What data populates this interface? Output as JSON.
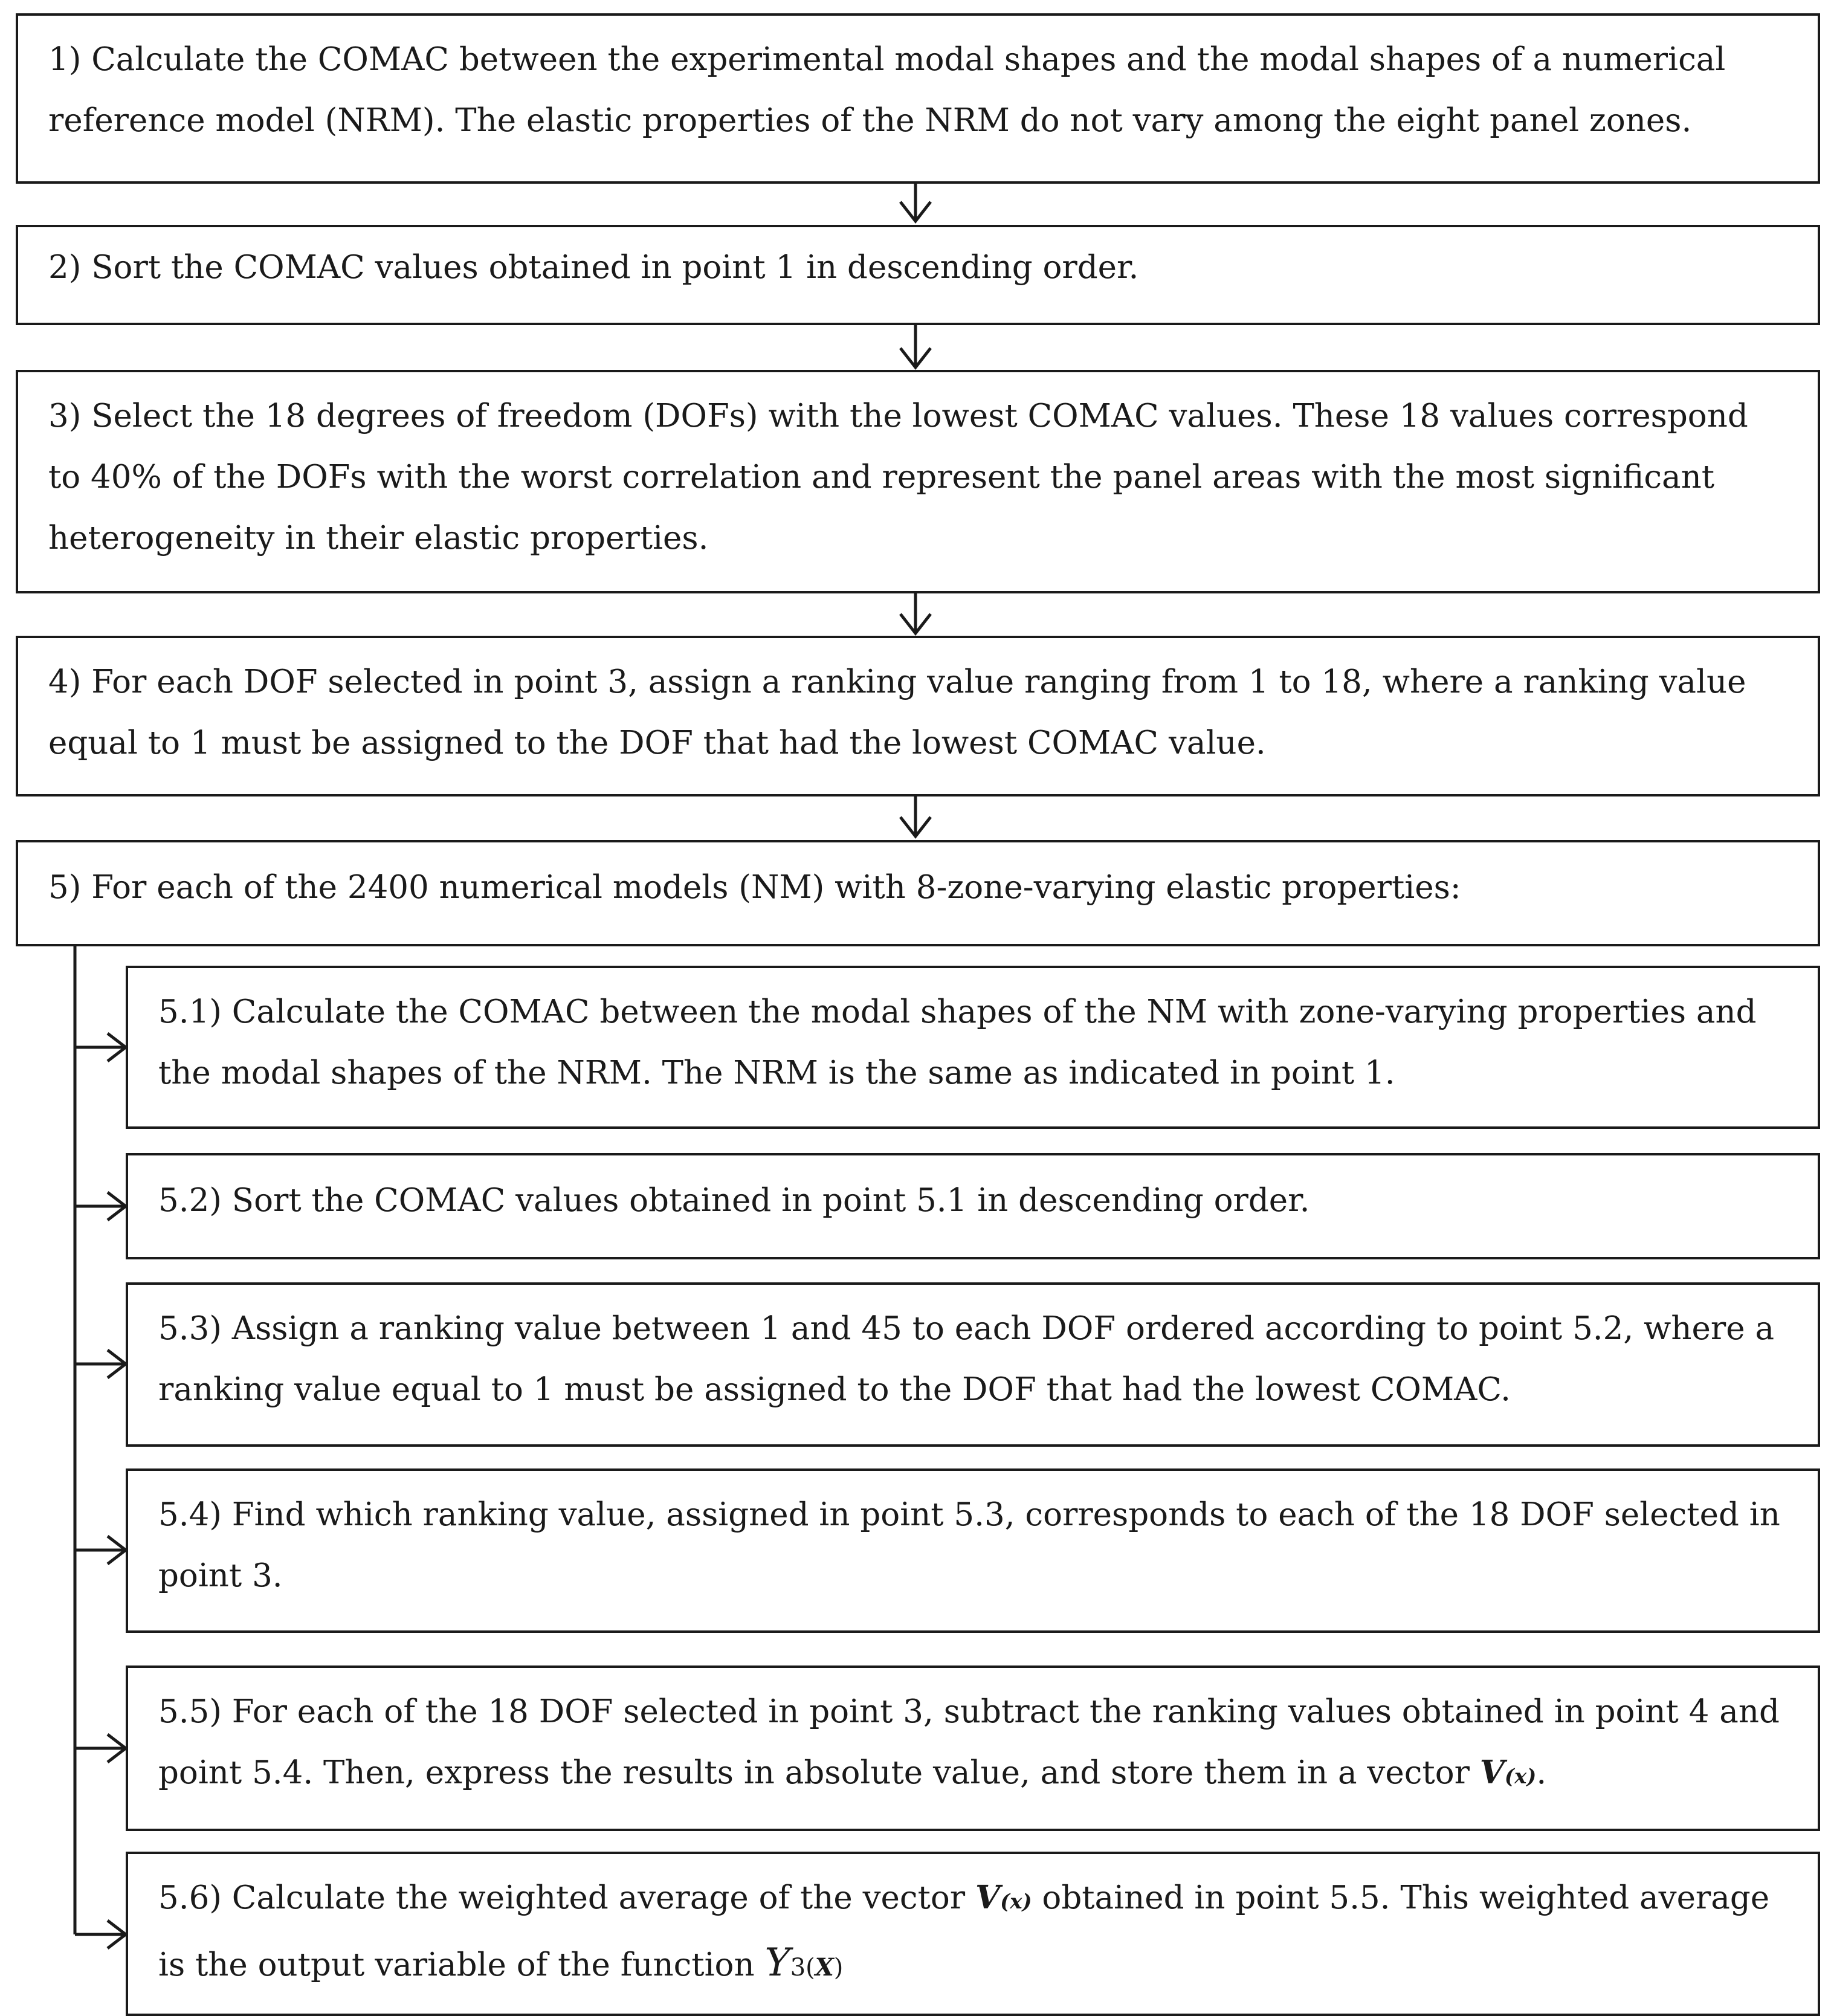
{
  "steps": [
    {
      "id": "1",
      "lines": [
        "1) Calculate the COMAC between the experimental modal shapes and the modal shapes of a numerical",
        "reference model (NRM). The elastic properties of the NRM do not vary among the eight panel zones."
      ]
    },
    {
      "id": "2",
      "lines": [
        "2) Sort the COMAC values obtained in point 1 in descending order."
      ]
    },
    {
      "id": "3",
      "lines": [
        "3) Select the 18 degrees of freedom (DOFs) with the lowest COMAC values. These 18 values correspond",
        "to 40% of the DOFs with the worst correlation and represent the panel areas with the most significant",
        "heterogeneity in their elastic properties."
      ]
    },
    {
      "id": "4",
      "lines": [
        "4) For each DOF selected in point 3, assign a ranking value ranging from 1 to 18, where a ranking value",
        "equal to 1 must be assigned to the DOF that had the lowest COMAC value."
      ]
    },
    {
      "id": "5",
      "lines": [
        "5) For each of the 2400 numerical models (NM) with 8-zone-varying elastic properties:"
      ]
    }
  ],
  "substeps": [
    {
      "id": "5.1",
      "lines": [
        "5.1) Calculate the COMAC between the modal shapes of the NM with zone-varying properties and",
        "the modal shapes of the NRM. The NRM is the same as indicated in point 1."
      ]
    },
    {
      "id": "5.2",
      "lines": [
        "5.2) Sort the COMAC values obtained in point 5.1 in descending order."
      ]
    },
    {
      "id": "5.3",
      "lines": [
        "5.3) Assign a ranking value between 1 and 45 to each DOF ordered according to point 5.2, where a",
        "ranking value equal to 1 must be assigned to the DOF that had the lowest COMAC."
      ]
    },
    {
      "id": "5.4",
      "lines": [
        "5.4) Find which ranking value, assigned in point 5.3, corresponds to each of the 18 DOF selected in",
        "point 3."
      ]
    },
    {
      "id": "5.5",
      "line1": "5.5) For each of the 18 DOF selected in point 3, subtract the ranking values obtained in point 4 and",
      "line2_pre": "point 5.4. Then, express the results in absolute value, and store them in a vector ",
      "vector_sym": "V",
      "vector_sub": "(x)",
      "line2_post": "."
    },
    {
      "id": "5.6",
      "line1_pre": "5.6) Calculate the weighted average of the vector ",
      "vector_sym": "V",
      "vector_sub": "(x)",
      "line1_post": " obtained in point 5.5. This weighted average",
      "line2_pre": "is the output variable of the function ",
      "func_sym": "Y",
      "func_sub_num": "3",
      "func_sub_arg": "X"
    }
  ],
  "colors": {
    "stroke": "#1a1a1a",
    "background": "#ffffff"
  }
}
